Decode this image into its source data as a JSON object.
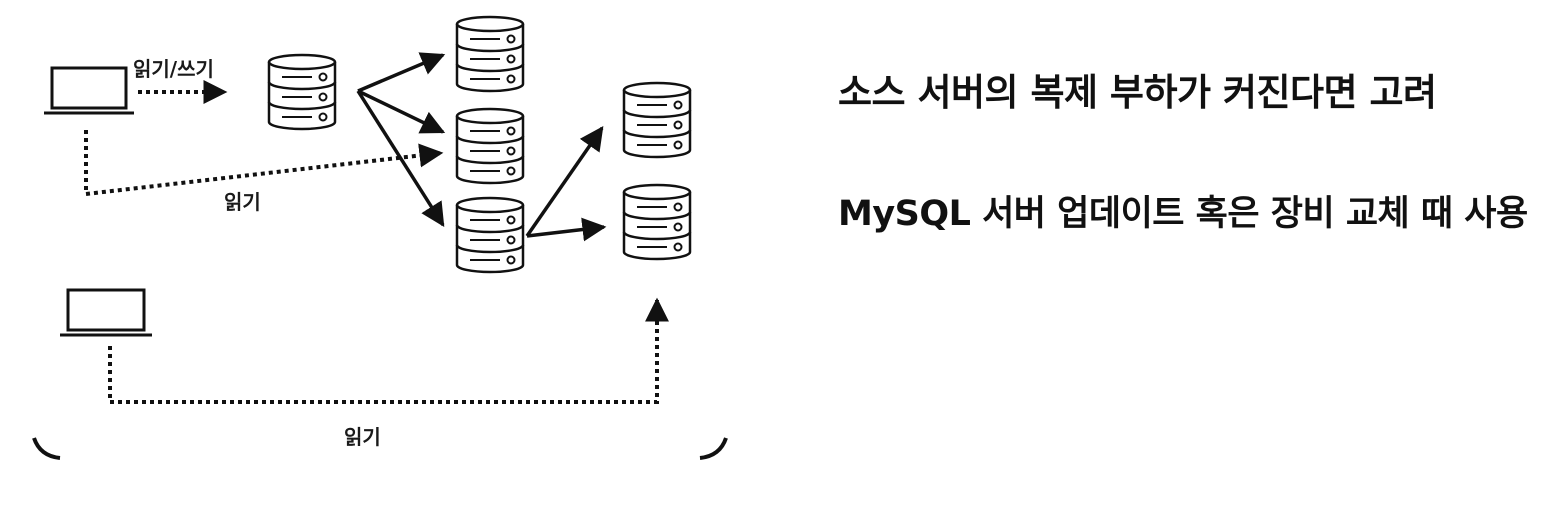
{
  "diagram": {
    "labels": {
      "read_write": "읽기/쓰기",
      "read_1": "읽기",
      "read_2": "읽기"
    },
    "icons": {
      "client": "laptop-icon",
      "server": "database-server-icon"
    },
    "colors": {
      "stroke": "#111111",
      "fill": "#ffffff"
    }
  },
  "notes": {
    "line_1": "소스 서버의 복제 부하가 커진다면 고려",
    "line_2": "MySQL 서버 업데이트 혹은 장비 교체 때 사용"
  }
}
